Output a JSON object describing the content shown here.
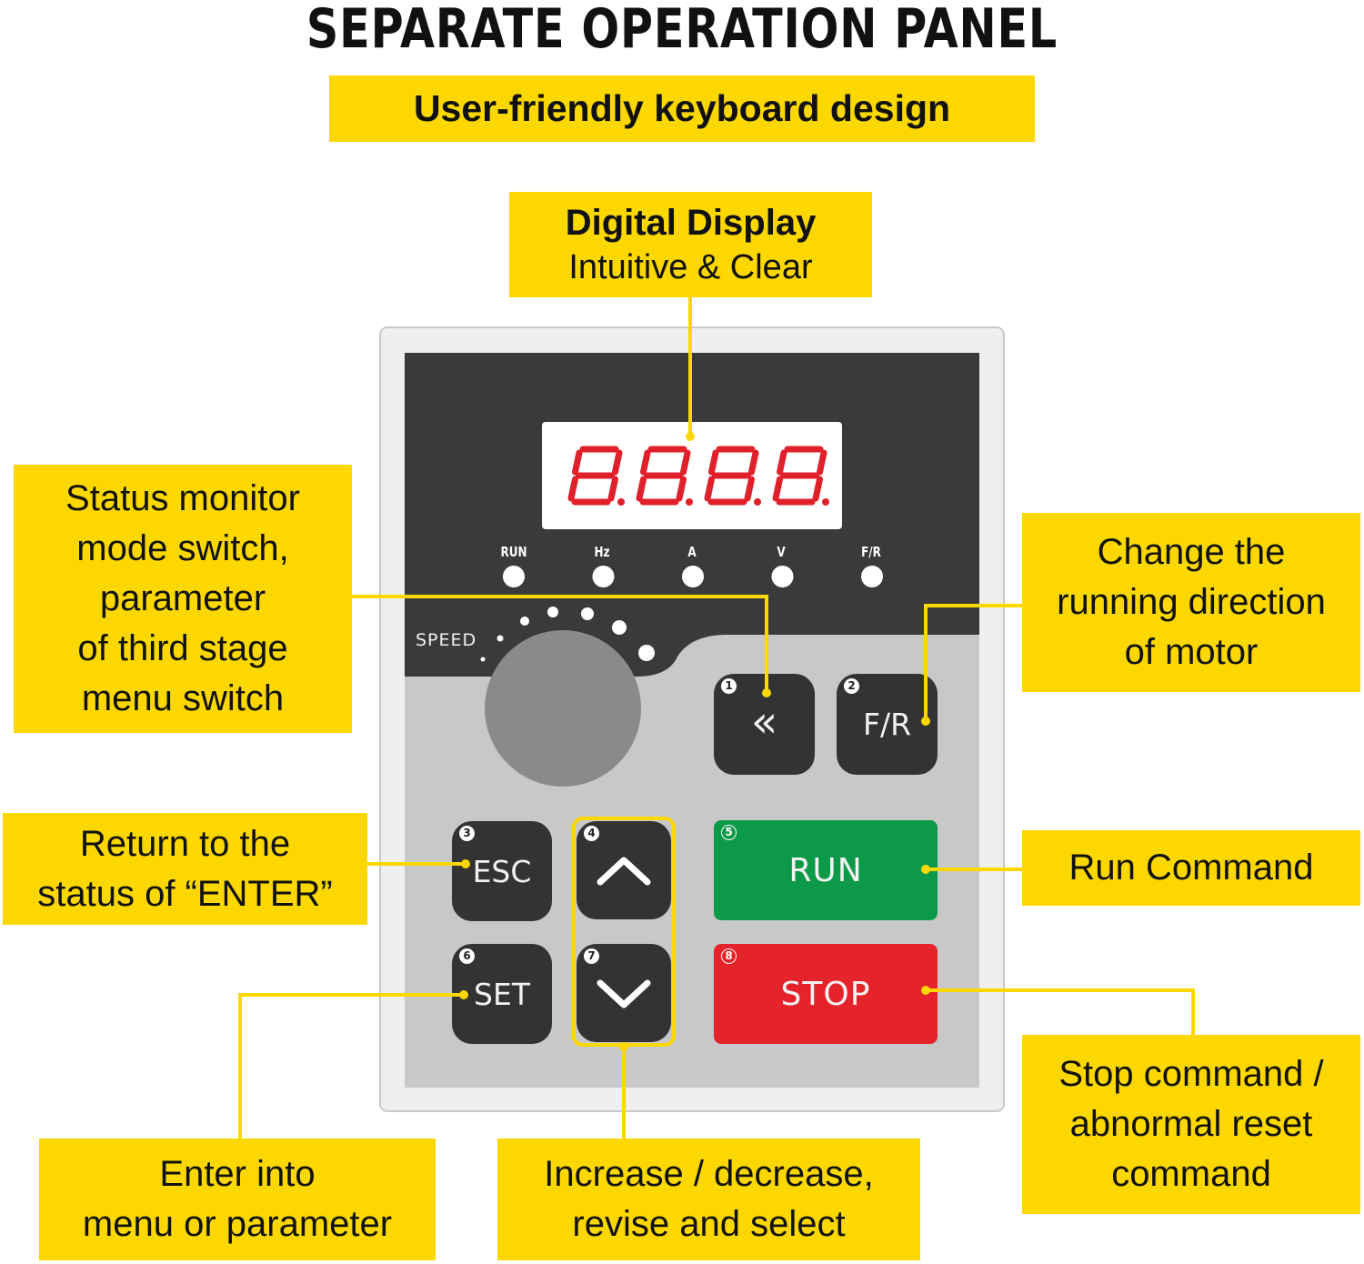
{
  "title": "SEPARATE OPERATION PANEL",
  "subtitle": "User-friendly keyboard design",
  "display_callout": {
    "heading": "Digital Display",
    "text": "Intuitive & Clear"
  },
  "display_readout": "8.8.8.8.",
  "indicators": [
    "RUN",
    "Hz",
    "A",
    "V",
    "F/R"
  ],
  "speed_label": "SPEED",
  "keys": {
    "shift": {
      "number": "1",
      "label": "«"
    },
    "fr": {
      "number": "2",
      "label": "F/R"
    },
    "esc": {
      "number": "3",
      "label": "ESC"
    },
    "up": {
      "number": "4",
      "label": "^"
    },
    "run": {
      "number": "5",
      "label": "RUN"
    },
    "set": {
      "number": "6",
      "label": "SET"
    },
    "down": {
      "number": "7",
      "label": "v"
    },
    "stop": {
      "number": "8",
      "label": "STOP"
    }
  },
  "callouts": {
    "status": [
      "Status monitor",
      "mode switch,",
      "parameter",
      "of third stage",
      "menu switch"
    ],
    "esc": [
      "Return to the",
      "status of “ENTER”"
    ],
    "fr": [
      "Change the",
      "running direction",
      "of motor"
    ],
    "run": [
      "Run Command"
    ],
    "stop": [
      "Stop command /",
      "abnormal reset",
      "command"
    ],
    "set": [
      "Enter into",
      "menu or parameter"
    ],
    "updown": [
      "Increase / decrease,",
      "revise and select"
    ]
  },
  "colors": {
    "callout_yellow": "#fcd800",
    "panel_dark": "#3a3a3a",
    "panel_light": "#c8c8c8",
    "led_red": "#e0202a",
    "run_green": "#0d9a48",
    "stop_red": "#e5232b",
    "key_dark": "#333333"
  }
}
